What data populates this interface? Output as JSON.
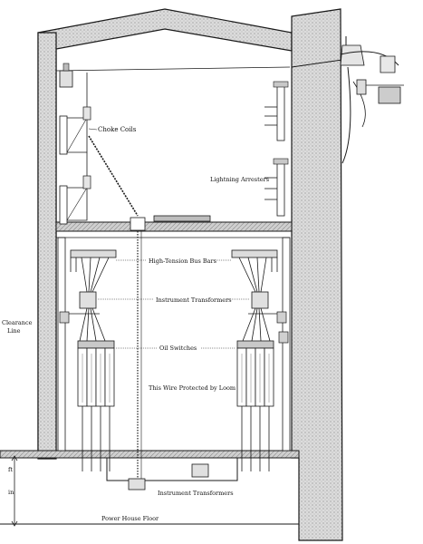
{
  "diagram": {
    "labels": {
      "choke_coils": "Choke Coils",
      "lightning_arresters": "Lightning Arresters",
      "bus_bars": "High-Tension Bus Bars",
      "instrument_transformers_top": "Instrument Transformers",
      "clearance_line_1": "Clearance",
      "clearance_line_2": "Line",
      "oil_switches": "Oil Switches",
      "wire_loom": "This Wire Protected by Loom",
      "instrument_transformers_bottom": "Instrument Transformers",
      "power_house_floor": "Power House Floor"
    },
    "colors": {
      "ink": "#1a1a1a",
      "wall_fill": "#d9d9d9",
      "paper": "#ffffff"
    }
  }
}
